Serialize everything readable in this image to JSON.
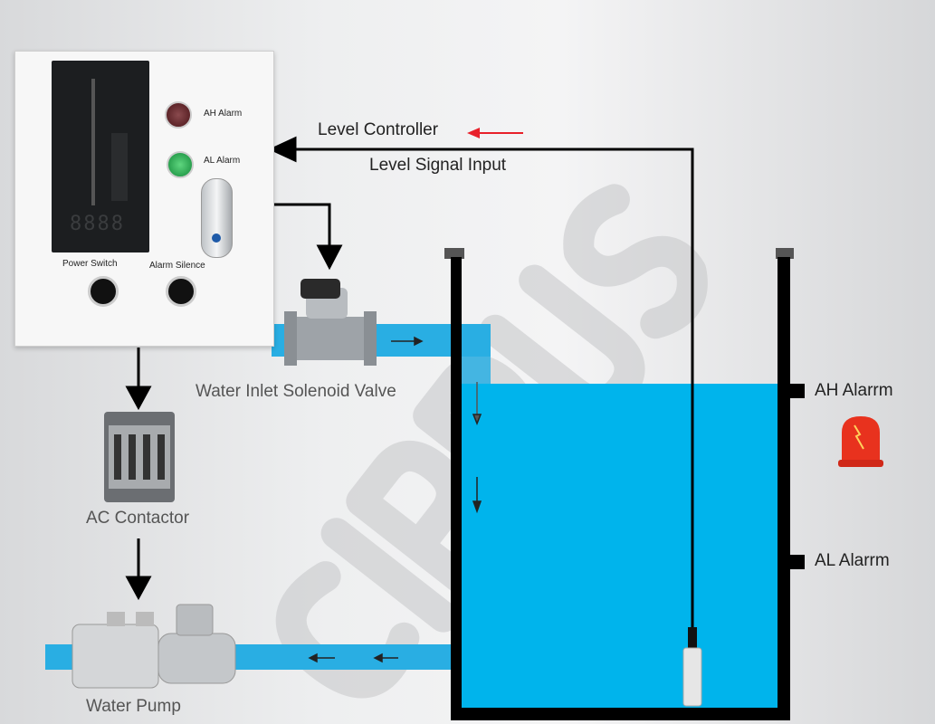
{
  "panel": {
    "ah_alarm": "AH Alarm",
    "al_alarm": "AL Alarm",
    "power_switch": "Power Switch",
    "alarm_silence": "Alarm Silence",
    "display_digits": "8888"
  },
  "labels": {
    "level_controller": "Level Controller",
    "level_signal_input": "Level Signal Input",
    "solenoid_valve": "Water Inlet Solenoid Valve",
    "ac_contactor": "AC Contactor",
    "water_pump": "Water Pump",
    "tank_ah_alarm": "AH Alarrm",
    "tank_al_alarm": "AL Alarrm"
  },
  "watermark": "CIPPUS",
  "colors": {
    "water": "#00b4ec",
    "pipe": "#29aee3",
    "signal_arrow": "#e8202a",
    "ah_lamp": "#5a1a1e",
    "al_lamp": "#1fa34a",
    "beacon": "#e8321e"
  }
}
